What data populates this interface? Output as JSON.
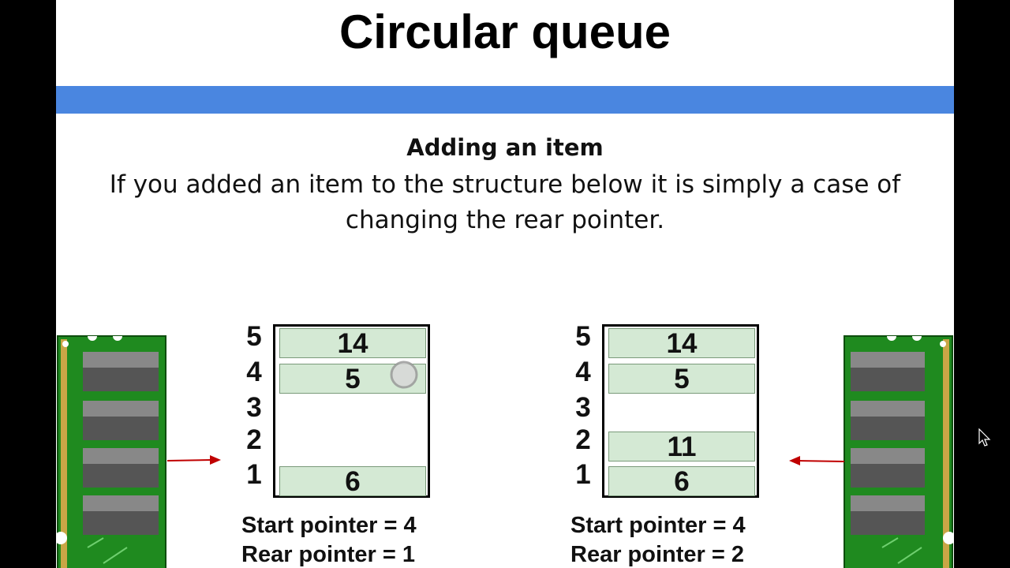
{
  "slide": {
    "title": "Circular queue",
    "accent_color": "#4a86e0",
    "subtitle": "Adding an item",
    "description": "If you added an item to the structure below it is simply a case of changing the rear pointer."
  },
  "indices": [
    "5",
    "4",
    "3",
    "2",
    "1"
  ],
  "left_queue": {
    "cells": {
      "5": "14",
      "4": "5",
      "1": "6"
    },
    "start_pointer": "Start pointer = 4",
    "rear_pointer": "Rear pointer = 1"
  },
  "right_queue": {
    "cells": {
      "5": "14",
      "4": "5",
      "2": "11",
      "1": "6"
    },
    "start_pointer": "Start pointer = 4",
    "rear_pointer": "Rear pointer = 2"
  },
  "arrow_color": "#c00000",
  "icons": [
    "ram-module-icon",
    "arrow-right-icon",
    "arrow-left-icon",
    "mouse-cursor-icon"
  ]
}
